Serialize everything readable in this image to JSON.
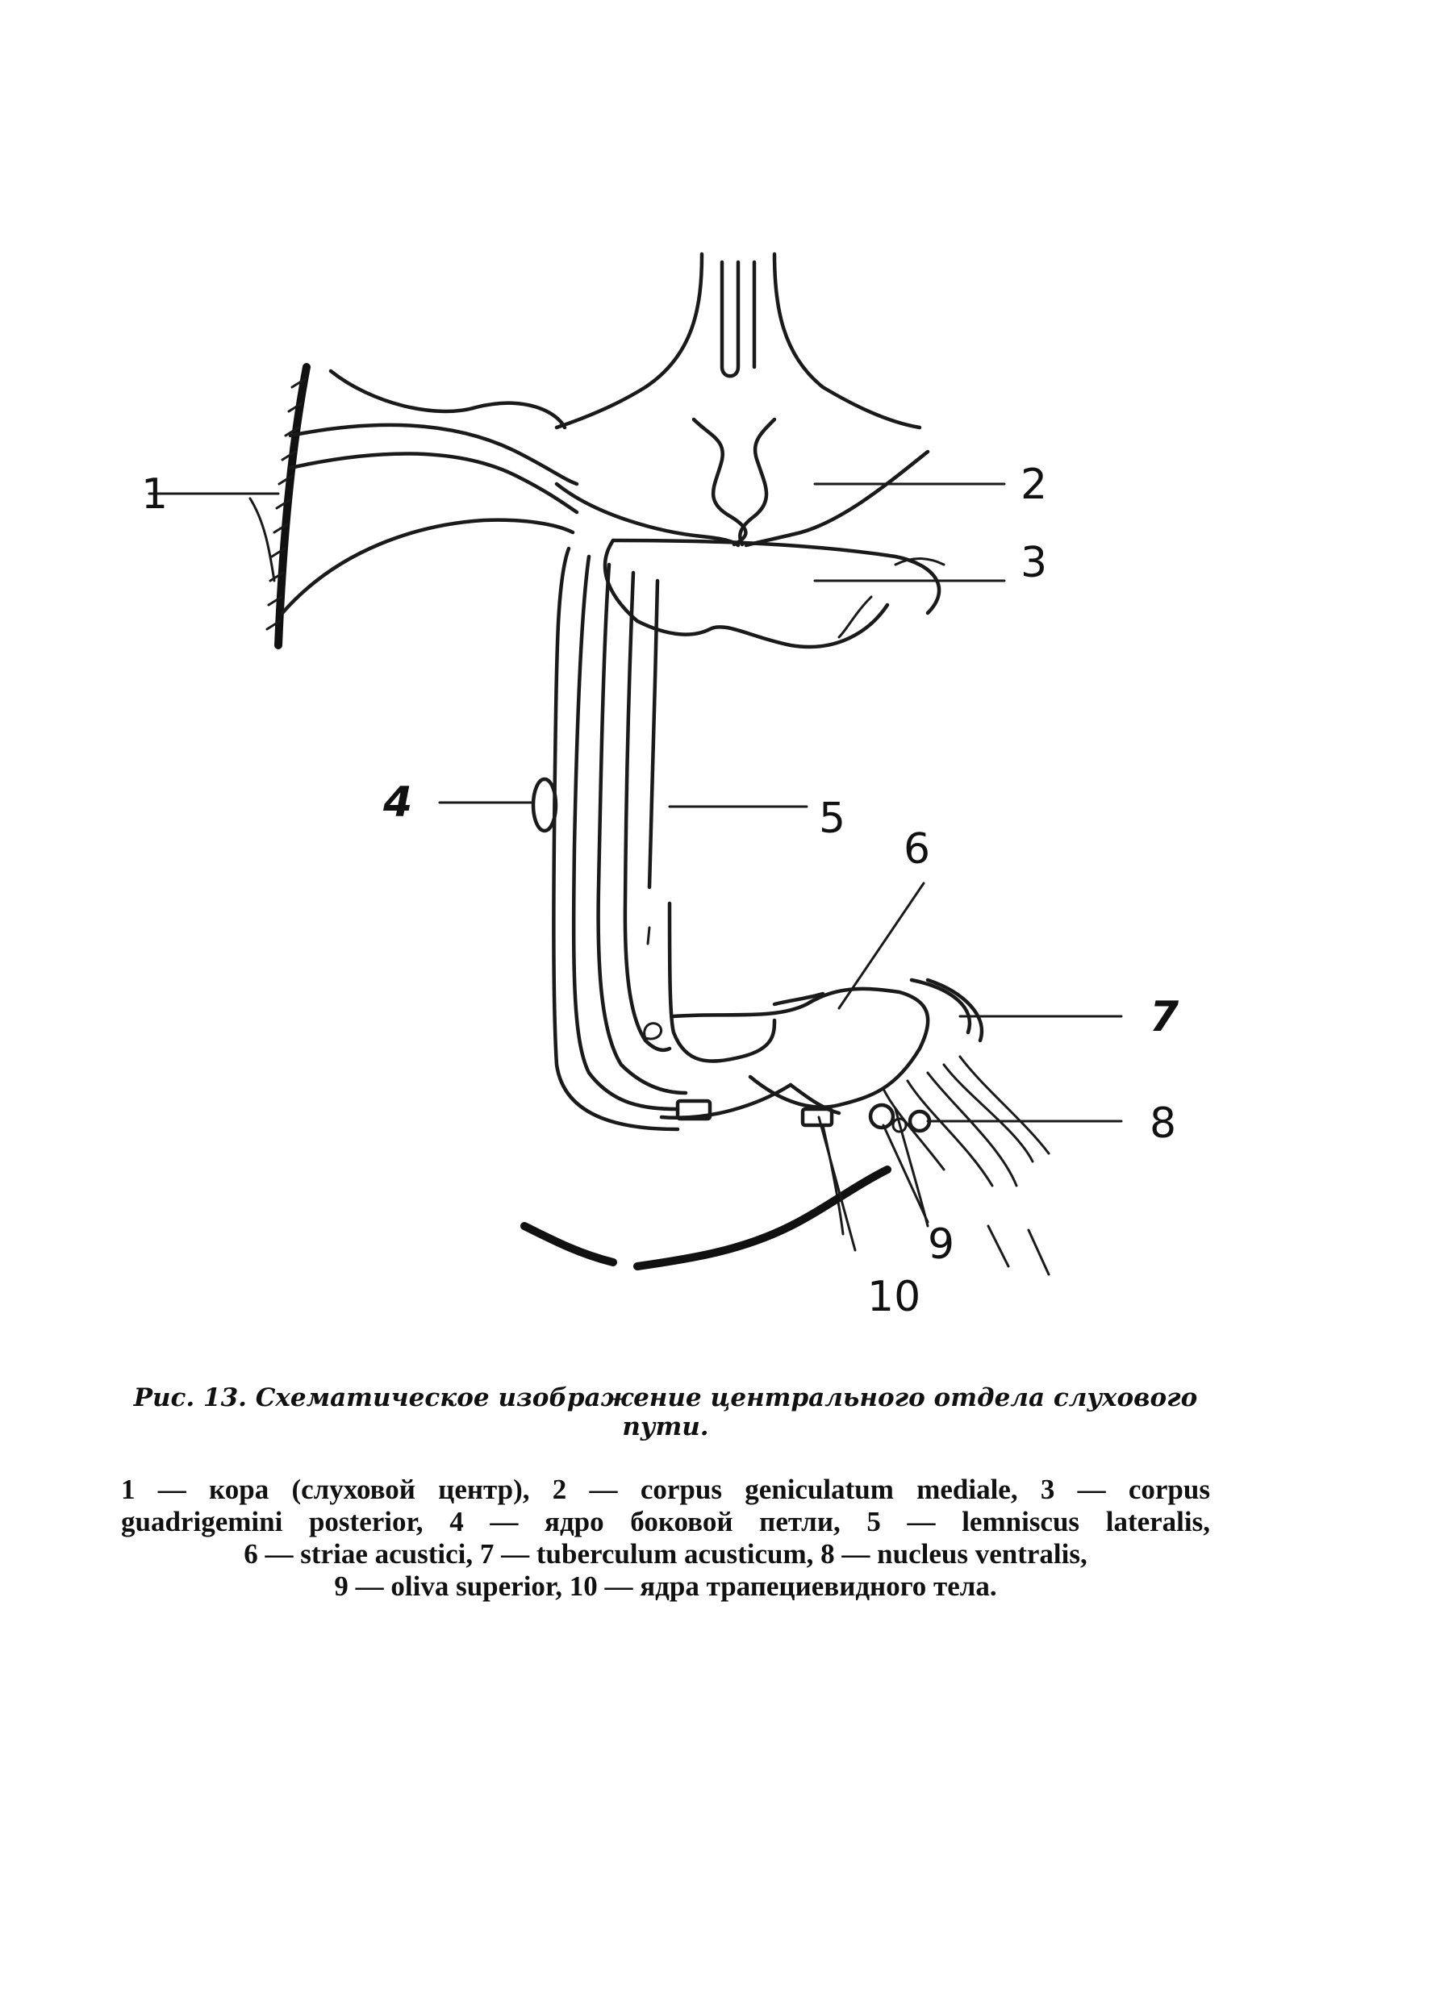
{
  "figure": {
    "labels": {
      "l2": "2",
      "l3": "3",
      "l4": "4",
      "l5": "5",
      "l6": "6",
      "l7": "7",
      "l8": "8",
      "l9": "9",
      "l10": "10",
      "l1": "1"
    }
  },
  "caption": {
    "title": "Рис. 13. Схематическое изображение центрального отдела слухового пути.",
    "legend_lines": [
      "1 — кора (слуховой центр), 2 — corpus geniculatum mediale, 3 — corpus",
      "guadrigemini posterior, 4 — ядро боковой петли, 5 — lemniscus lateralis,",
      "6 — striae acustici, 7 — tuberculum acusticum, 8 — nucleus ventralis,",
      "9 — oliva superior, 10 — ядра трапециевидного тела."
    ]
  }
}
